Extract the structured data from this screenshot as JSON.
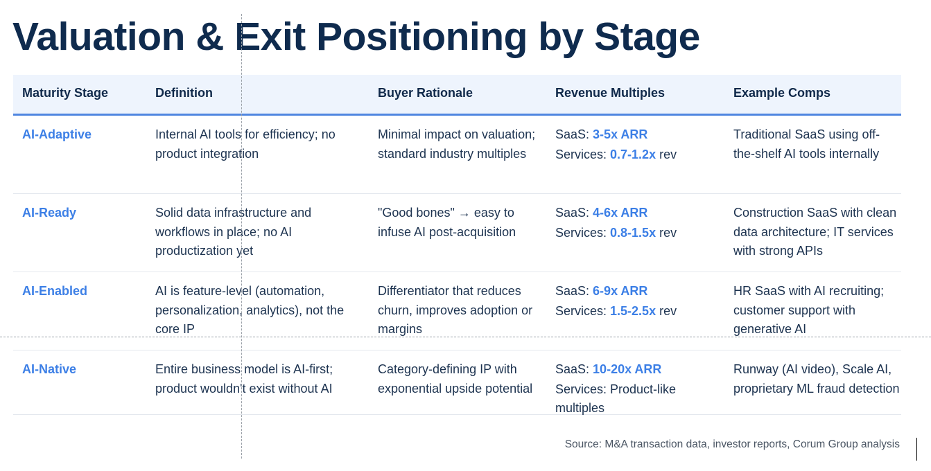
{
  "title": "Valuation & Exit Positioning by Stage",
  "headers": [
    "Maturity Stage",
    "Definition",
    "Buyer Rationale",
    "Revenue Multiples",
    "Example Comps"
  ],
  "rows": [
    {
      "stage": "AI-Adaptive",
      "definition": "Internal AI tools for efficiency; no product integration",
      "rationale": "Minimal impact on valuation; standard industry multiples",
      "saas_label": "SaaS: ",
      "saas_value": "3-5x ARR",
      "services_label": "Services: ",
      "services_value": "0.7-1.2x",
      "services_suffix": " rev",
      "comps": "Traditional SaaS using off-the-shelf AI tools internally"
    },
    {
      "stage": "AI-Ready",
      "definition": "Solid data infrastructure and workflows in place; no AI productization yet",
      "rationale": "\"Good bones\" → easy to infuse AI post-acquisition",
      "saas_label": "SaaS: ",
      "saas_value": "4-6x ARR",
      "services_label": "Services: ",
      "services_value": "0.8-1.5x",
      "services_suffix": " rev",
      "comps": "Construction SaaS with clean data architecture; IT services with strong APIs"
    },
    {
      "stage": "AI-Enabled",
      "definition": "AI is feature-level (automation, personalization, analytics), not the core IP",
      "rationale": "Differentiator that reduces churn, improves adoption or margins",
      "saas_label": "SaaS: ",
      "saas_value": "6-9x ARR",
      "services_label": "Services: ",
      "services_value": "1.5-2.5x",
      "services_suffix": " rev",
      "comps": "HR SaaS with AI recruiting; customer support with generative AI"
    },
    {
      "stage": "AI-Native",
      "definition": "Entire business model is AI-first; product wouldn't exist without AI",
      "rationale": "Category-defining IP with exponential upside potential",
      "saas_label": "SaaS: ",
      "saas_value": "10-20x ARR",
      "services_label": "Services: Product-like multiples",
      "services_value": "",
      "services_suffix": "",
      "comps": "Runway (AI video), Scale AI, proprietary ML fraud detection"
    }
  ],
  "source": "Source: M&A transaction data, investor reports, Corum Group analysis",
  "colors": {
    "title": "#0f2b4e",
    "accent": "#3c7fe6",
    "header_bg": "#eef4fd"
  }
}
